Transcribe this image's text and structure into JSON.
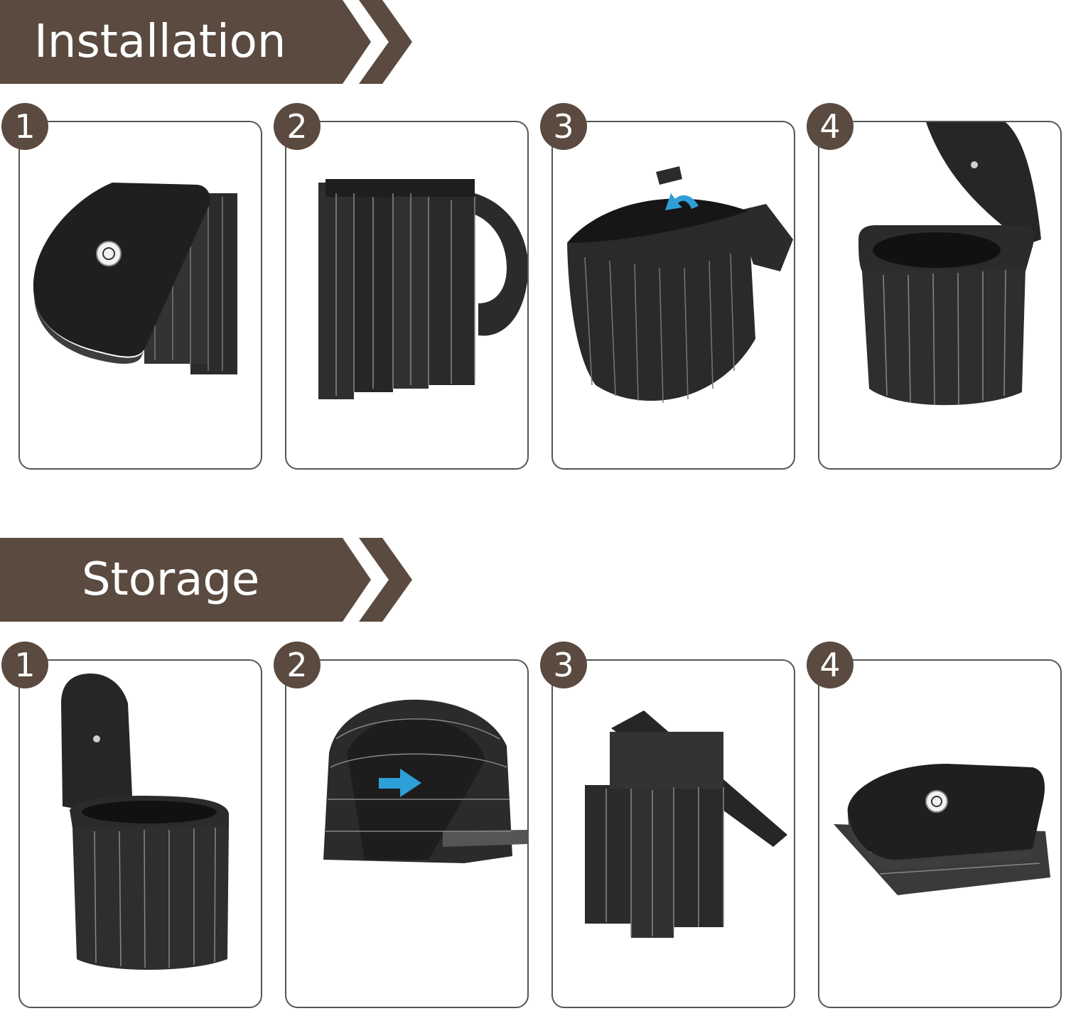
{
  "colors": {
    "banner": "#5a4a3f",
    "product": "#2b2b2b",
    "outline": "#555555",
    "arrow_accent": "#2f9fd8"
  },
  "sections": [
    {
      "title": "Installation",
      "steps": [
        {
          "number": "1",
          "icon": "folded-toilet-closed-lid-icon"
        },
        {
          "number": "2",
          "icon": "unfolding-panels-icon"
        },
        {
          "number": "3",
          "icon": "expanding-bucket-icon"
        },
        {
          "number": "4",
          "icon": "assembled-toilet-open-lid-icon"
        }
      ]
    },
    {
      "title": "Storage",
      "steps": [
        {
          "number": "1",
          "icon": "assembled-toilet-lid-up-icon"
        },
        {
          "number": "2",
          "icon": "collapsing-bucket-icon"
        },
        {
          "number": "3",
          "icon": "folding-panels-icon"
        },
        {
          "number": "4",
          "icon": "folded-flat-toilet-icon"
        }
      ]
    }
  ]
}
